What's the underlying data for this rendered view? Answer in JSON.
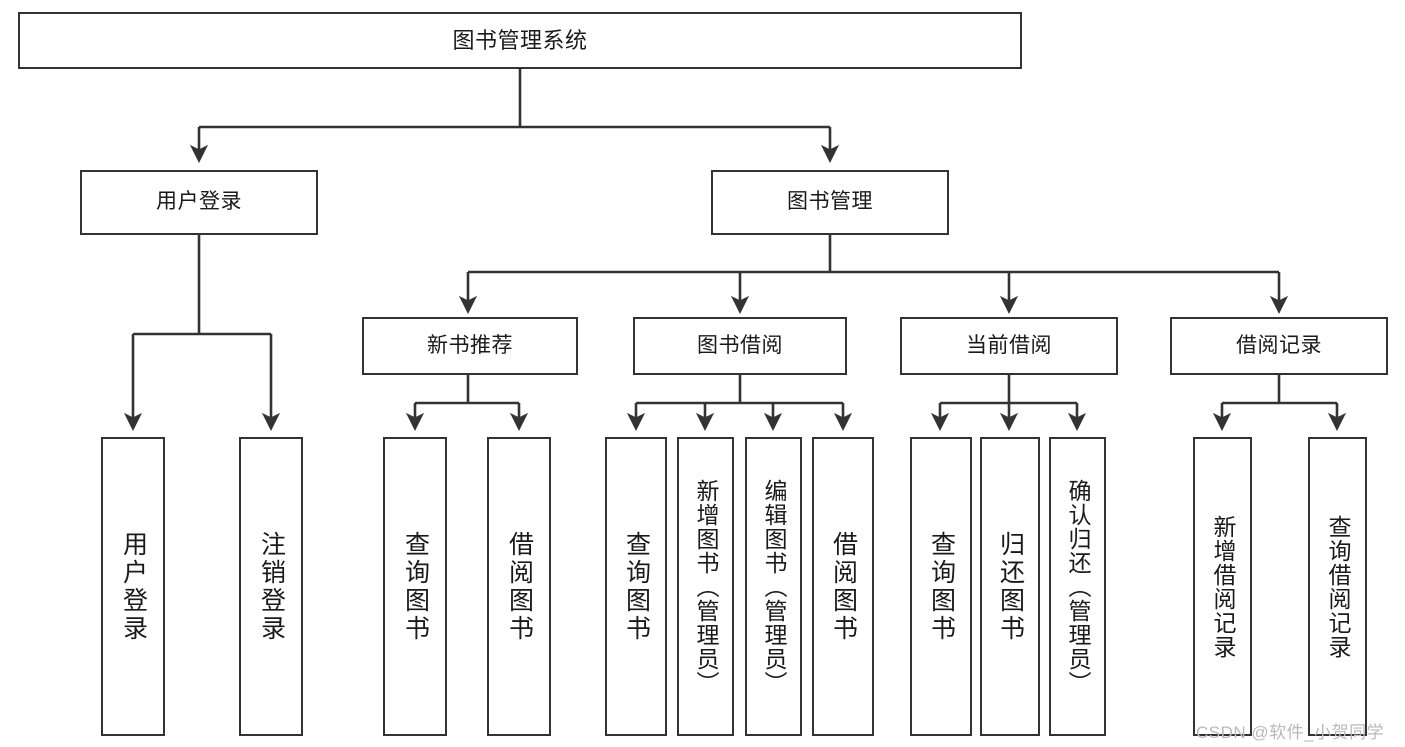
{
  "diagram": {
    "title": "图书管理系统",
    "type": "tree-hierarchy-chart",
    "colors": {
      "box_border": "#333333",
      "box_fill": "#ffffff",
      "edge": "#333333",
      "text": "#1a1a1a",
      "watermark": "#b9b9b9",
      "background": "#ffffff"
    },
    "root": {
      "label": "图书管理系统"
    },
    "level2": [
      {
        "label": "用户登录"
      },
      {
        "label": "图书管理"
      }
    ],
    "level3": [
      {
        "label": "新书推荐"
      },
      {
        "label": "图书借阅"
      },
      {
        "label": "当前借阅"
      },
      {
        "label": "借阅记录"
      }
    ],
    "leaves": {
      "user_login": [
        {
          "label": "用户登录"
        },
        {
          "label": "注销登录"
        }
      ],
      "new_book_recommend": [
        {
          "label": "查询图书"
        },
        {
          "label": "借阅图书"
        }
      ],
      "book_borrow": [
        {
          "label": "查询图书"
        },
        {
          "label": "新增图书（管理员）"
        },
        {
          "label": "编辑图书（管理员）"
        },
        {
          "label": "借阅图书"
        }
      ],
      "current_borrow": [
        {
          "label": "查询图书"
        },
        {
          "label": "归还图书"
        },
        {
          "label": "确认归还（管理员）"
        }
      ],
      "borrow_record": [
        {
          "label": "新增借阅记录"
        },
        {
          "label": "查询借阅记录"
        }
      ]
    },
    "watermark": "CSDN @软件_小贺同学"
  }
}
